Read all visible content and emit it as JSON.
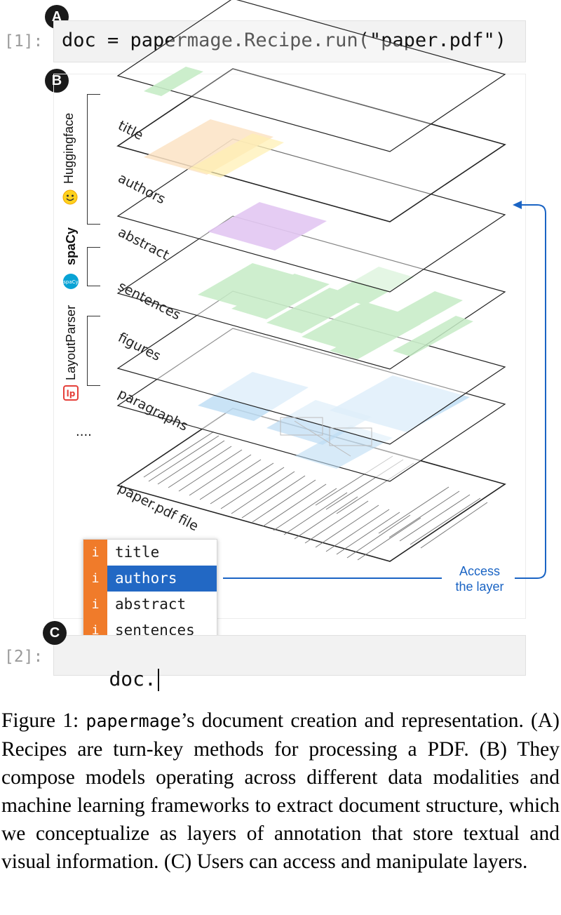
{
  "badges": {
    "a": "A",
    "b": "B",
    "c": "C"
  },
  "cell1": {
    "prompt": "[1]:",
    "code": "doc = papermage.Recipe.run(\"paper.pdf\")"
  },
  "cell2": {
    "prompt": "[2]:",
    "code": "doc."
  },
  "frameworks": [
    {
      "name": "Huggingface",
      "icon": "hugging-face-emoji-icon"
    },
    {
      "name": "spaCy",
      "icon": "spacy-logo-icon"
    },
    {
      "name": "LayoutParser",
      "icon": "layoutparser-logo-icon"
    },
    {
      "name": "...."
    }
  ],
  "layers": [
    "title",
    "authors",
    "abstract",
    "sentences",
    "figures",
    "paragraphs",
    "paper.pdf file"
  ],
  "autocomplete": {
    "icon_glyph": "i",
    "items": [
      "title",
      "authors",
      "abstract",
      "sentences"
    ],
    "selected": "authors"
  },
  "access_label": {
    "line1": "Access",
    "line2": "the layer"
  },
  "colors": {
    "accent_blue": "#1a64c4",
    "selection": "#2268c4",
    "item_icon": "#f07b2a",
    "green": "#c6ecc6",
    "orange": "#fce3c4",
    "purple": "#e2c6f2",
    "blue": "#bcdcf4"
  },
  "caption": {
    "prefix": "Figure 1: ",
    "code": "papermage",
    "text": "’s document creation and representation. (A) Recipes are turn-key methods for processing a PDF. (B) They compose models operating across different data modalities and machine learning frameworks to extract document structure, which we conceptualize as layers of annotation that store textual and visual information. (C) Users can access and manipulate layers."
  }
}
